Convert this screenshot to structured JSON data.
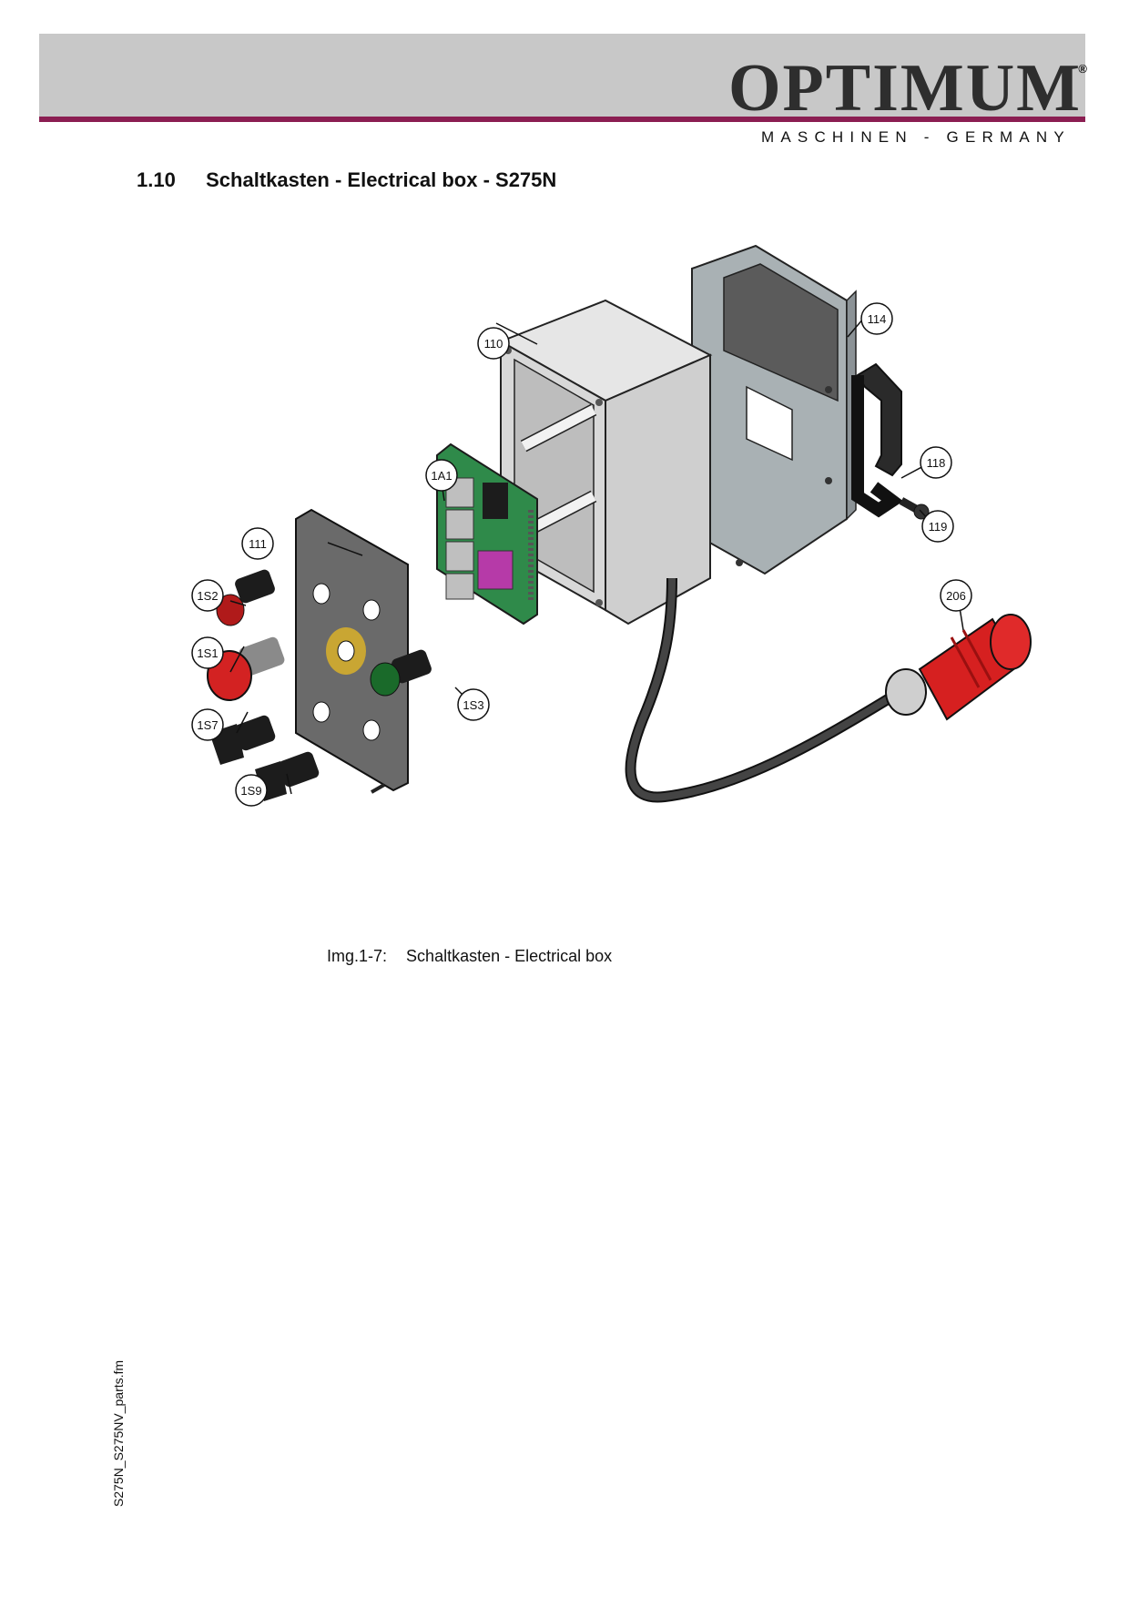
{
  "header": {
    "brand": "OPTIMUM",
    "brand_mark": "®",
    "tagline": "MASCHINEN - GERMANY",
    "colors": {
      "band": "#c8c8c8",
      "rule": "#8b1e52",
      "text": "#2e2e2e"
    }
  },
  "section": {
    "number": "1.10",
    "title": "Schaltkasten - Electrical box - S275N"
  },
  "figure": {
    "callouts": [
      "110",
      "114",
      "118",
      "119",
      "1A1",
      "111",
      "1S2",
      "1S1",
      "1S3",
      "1S7",
      "1S9",
      "206"
    ]
  },
  "caption": {
    "label": "Img.1-7:",
    "text": "Schaltkasten - Electrical box"
  },
  "footer": {
    "filename": "S275N_S275NV_parts.fm"
  }
}
